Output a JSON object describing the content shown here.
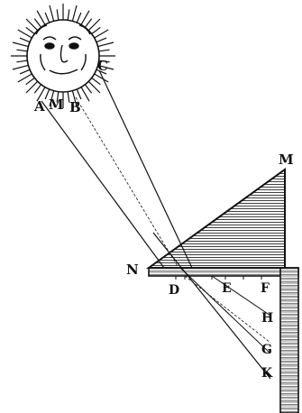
{
  "labels": {
    "A": "A",
    "M_sun": "M",
    "B": "B",
    "C": "C",
    "M": "M",
    "N": "N",
    "D": "D",
    "E": "E",
    "F": "F",
    "H": "H",
    "G": "G",
    "K": "K"
  },
  "colors": {
    "ink": "#111111",
    "paper": "#ffffff",
    "hatch": "#2a2a2a"
  }
}
